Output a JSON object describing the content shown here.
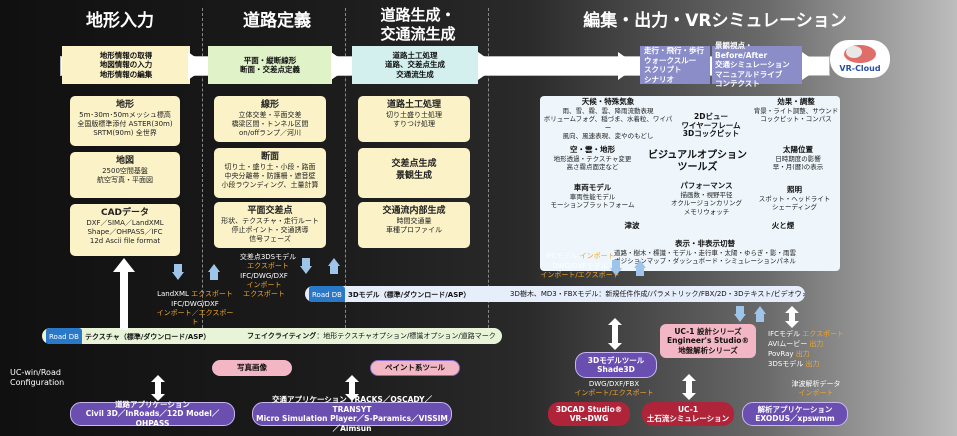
{
  "sections": {
    "terrain": "地形入力",
    "road_def": "道路定義",
    "road_gen": "道路生成・\n交通流生成",
    "edit_out": "編集・出力・VRシミュレーション"
  },
  "steps": {
    "terrain": "地形情報の取得\n地図情報の入力\n地形情報の編集",
    "road_def": "平面・縦断線形\n断面・交差点定義",
    "road_gen": "道路土工処理\n道路、交差点生成\n交通流生成",
    "edit1": "走行・飛行・歩行\nウォークスルー\nスクリプト\nシナリオ",
    "edit2": "景観視点・Before/After\n交通シミュレーション\nマニュアルドライブ\nコンテクスト"
  },
  "logo": "VR-Cloud",
  "terrain_boxes": [
    {
      "title": "地形",
      "body": "5m･30m･50mメッシュ標高\n全国版標準添付 ASTER(30m)\nSRTM(90m) 全世界"
    },
    {
      "title": "地図",
      "body": "2500空間基盤\n航空写真・平面図"
    },
    {
      "title": "CADデータ",
      "body": "DXF／SIMA／LandXML\nShape／OHPASS／IFC\n12d Ascii file format"
    }
  ],
  "road_def_boxes": [
    {
      "title": "線形",
      "body": "立体交差・平面交差\n橋梁区間・トンネル区間\non/offランプ／河川"
    },
    {
      "title": "断面",
      "body": "切り土・盛り土・小段・路面\n中央分離帯・防護柵・遮音壁\n小段ラウンディング、土量計算"
    },
    {
      "title": "平面交差点",
      "body": "形状、テクスチャ・走行ルート\n停止ポイント・交通誘導\n信号フェーズ"
    }
  ],
  "road_gen_boxes": [
    {
      "title": "道路土工処理",
      "body": "切り土盛り土処理\nすりつけ処理"
    },
    {
      "title": "交差点生成\n景観生成",
      "body": ""
    },
    {
      "title": "交通流内部生成",
      "body": "時間交通量\n車種プロファイル"
    }
  ],
  "visual": {
    "center": "ビジュアルオプション\nツールズ",
    "weather": {
      "title": "天候・特殊気象",
      "body": "雨、雪、霧、雲、降雨流動表現\nボリュームフォグ、稲づま、水着粒、ワイパー\n風向、風速表現、変やのもどし"
    },
    "view2d": {
      "title": "2Dビュー\nワイヤーフレーム\n3Dコックピット",
      "body": ""
    },
    "effect": {
      "title": "効果・調整",
      "body": "背景・ライト調整、サウンド\nコックピット・コンパス"
    },
    "sky": {
      "title": "空・雲・地形",
      "body": "地形透過・テクスチャ変更\n高さ霧点面定など"
    },
    "sun": {
      "title": "太陽位置",
      "body": "日時期度の影響\n早・月(暦)の表示"
    },
    "vehicle": {
      "title": "車両モデル",
      "body": "車両性能モデル\nモーションプラットフォーム"
    },
    "perf": {
      "title": "パフォーマンス",
      "body": "描画数・視野平径\nオクルージョンカリング\nメモリウォッチ"
    },
    "light": {
      "title": "照明",
      "body": "スポット・ヘッドライト\nシェーディング"
    },
    "wave": {
      "title": "津波",
      "body": ""
    },
    "fire": {
      "title": "火と煙",
      "body": ""
    },
    "display": {
      "title": "表示・非表示切替",
      "body": "道路・樹木・標識・モデル・走行車・太陽・ゆらぎ・影・雨雲\nポジションマップ・ダッシュボード・シミュレーションパネル"
    }
  },
  "bands": {
    "model_db": "Road DB",
    "model_title": "3Dモデル（標準/ダウンロード/ASP）",
    "model_items": "3D樹木、MD3・FBXモデル：新規任件作成/パラメトリック/FBX/2D・3Dテキスト/ビデオウォール",
    "tex_db": "Road DB",
    "tex_title": "テクスチャ（標準/ダウンロード/ASP）",
    "tex_items_bold": "フェイクライティング",
    "tex_items": "：地形テクスチャオプション/標識オプション/道路マーク"
  },
  "labels": {
    "landxml": [
      "LandXML ",
      "エクスポート"
    ],
    "ifc1": [
      "IFC/DWG/DXF\n",
      "インポート／エクスポート"
    ],
    "inter3ds": [
      "交差点3DSモデル\n",
      "エクスポート"
    ],
    "ifc2": [
      "IFC/DWG/DXF\n",
      "インポート\nエクスポート"
    ],
    "ifcmodel": [
      "IFCモデル ",
      "インポート"
    ],
    "dwg1": [
      "DWG/DXFモデル\n",
      "インポート/エクスポート"
    ],
    "dwg2": [
      "DWG/DXF/FBX\n",
      "インポート/エクスポート"
    ],
    "right_ifc": [
      "IFCモデル ",
      "エクスポート"
    ],
    "avi": [
      "AVIムービー ",
      "出力"
    ],
    "povray": [
      "PovRay ",
      "出力"
    ],
    "threeds": [
      "3DSモデル ",
      "出力"
    ],
    "tsunami": [
      "津波解析データ\n",
      "インポート"
    ],
    "ucwin": "UC-win/Road\nConfiguration"
  },
  "pills": {
    "photo": "写真画像",
    "paint": "ペイント系ツール",
    "shade": "3Dモデルツール\nShade3D",
    "uc1series": "UC-1 設計シリーズ\nEngineer's Studio®\n地盤解析シリーズ",
    "road_app": "道路アプリケーション\nCivil 3D／InRoads／12D Model／OHPASS",
    "traffic_app": "交通アプリケーション  TRACKS／OSCADY／TRANSYT\nMicro Simulation Player／S-Paramics／VISSIM／Aimsun",
    "cad_studio": "3DCAD Studio®\nVR→DWG",
    "uc1": "UC-1\n土石流シミュレーション",
    "analysis_app": "解析アプリケーション\nEXODUS／xpswmm"
  }
}
